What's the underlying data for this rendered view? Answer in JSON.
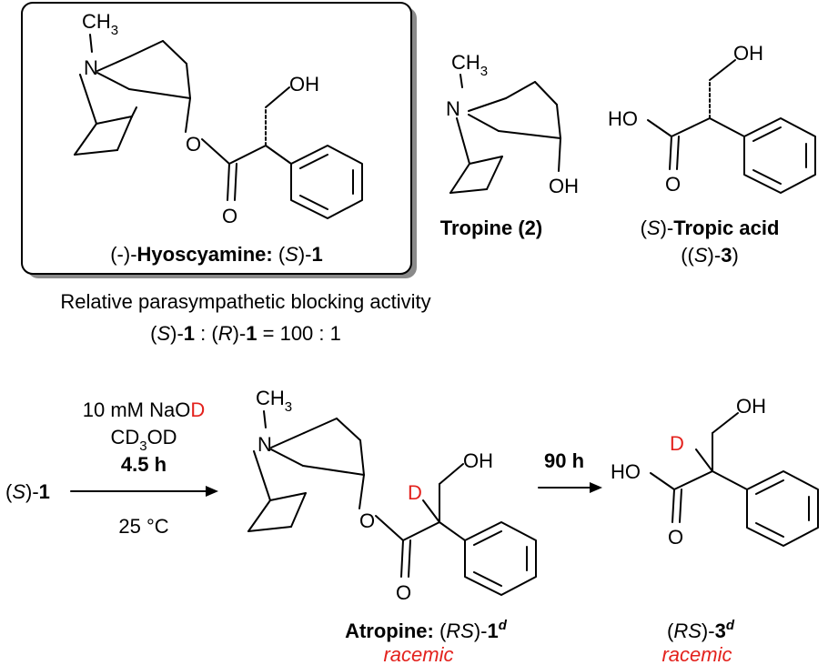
{
  "atoms": {
    "n": "N",
    "ch3_c": "CH",
    "ch3_sub": "3",
    "o": "O",
    "oh": "OH",
    "ho": "HO",
    "d": "D"
  },
  "highlight_box": {
    "name_prefix": "(-)-",
    "name_bold": "Hyoscyamine:",
    "paren_open": " (",
    "stereo": "S",
    "paren_close": ")-",
    "number": "1"
  },
  "tropine": {
    "name": "Tropine (2)"
  },
  "tropic_acid": {
    "open": "(",
    "stereo": "S",
    "close": ")-",
    "name_bold": "Tropic acid",
    "line2_open": "((",
    "line2_stereo": "S",
    "line2_mid": ")-",
    "line2_num": "3",
    "line2_close": ")"
  },
  "activity": {
    "line1": "Relative parasympathetic blocking  activity",
    "s_open": "(",
    "s": "S",
    "s_close": ")-",
    "one_a": "1",
    "colon": " : (",
    "r": "R",
    "r_close": ")-",
    "one_b": "1",
    "ratio": " = 100 : 1"
  },
  "reaction1": {
    "start_open": "(",
    "start_s": "S",
    "start_close": ")-",
    "start_num": "1",
    "reagent_1": "10 mM NaO",
    "reagent_1_d": "D",
    "reagent_2_a": "CD",
    "reagent_2_sub": "3",
    "reagent_2_b": "OD",
    "time": "4.5 h",
    "temperature": "25 °C"
  },
  "atropine": {
    "name_bold": "Atropine:",
    "open": " (",
    "stereo": "RS",
    "close": ")-",
    "num": "1",
    "sup": "d",
    "note": "racemic"
  },
  "reaction2": {
    "time": "90 h"
  },
  "product3": {
    "open": "(",
    "stereo": "RS",
    "close": ")-",
    "num": "3",
    "sup": "d",
    "note": "racemic"
  },
  "colors": {
    "ink": "#000000",
    "deuterium": "#e3211c",
    "box_fill": "#ffffff",
    "box_border": "#000000",
    "box_shadow": "#8a8a8a"
  }
}
